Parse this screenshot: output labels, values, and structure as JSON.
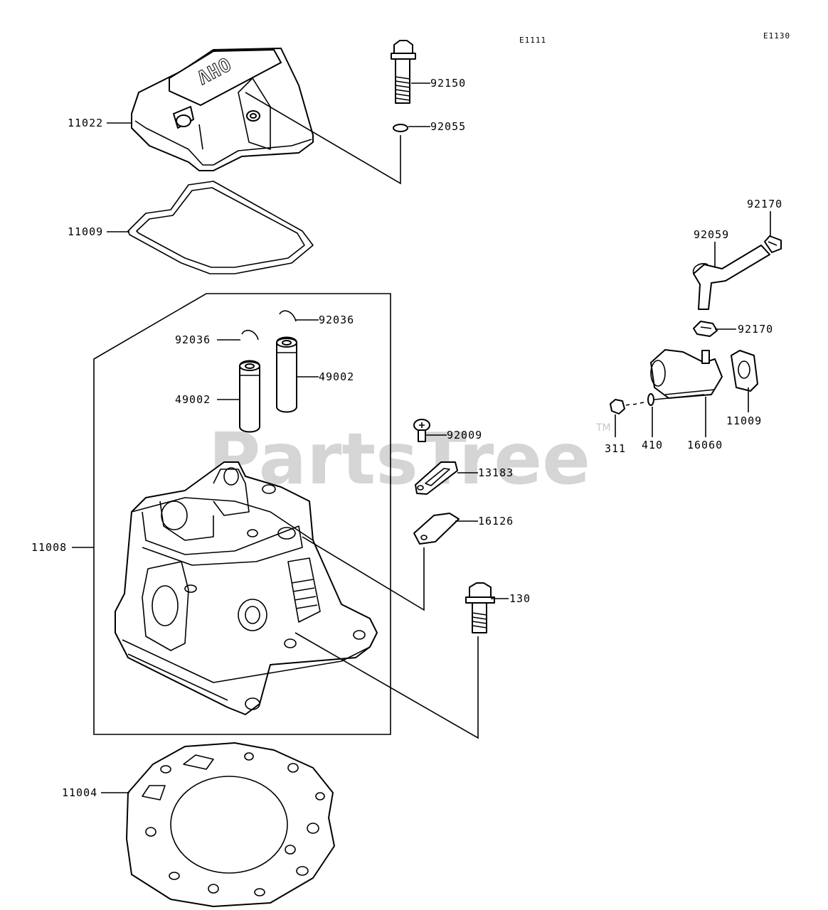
{
  "codes": {
    "left": "E1111",
    "right": "E1130"
  },
  "watermark": {
    "text": "PartsTree",
    "tm": "TM"
  },
  "callouts": {
    "p11022": "11022",
    "p92150": "92150",
    "p92055": "92055",
    "p11009a": "11009",
    "p92036a": "92036",
    "p92036b": "92036",
    "p49002a": "49002",
    "p49002b": "49002",
    "p11008": "11008",
    "p92009": "92009",
    "p13183": "13183",
    "p16126": "16126",
    "p130": "130",
    "p11004": "11004",
    "p92170a": "92170",
    "p92059": "92059",
    "p92170b": "92170",
    "p11009b": "11009",
    "p311": "311",
    "p410": "410",
    "p16060": "16060"
  },
  "cover_emblem": "OHV"
}
